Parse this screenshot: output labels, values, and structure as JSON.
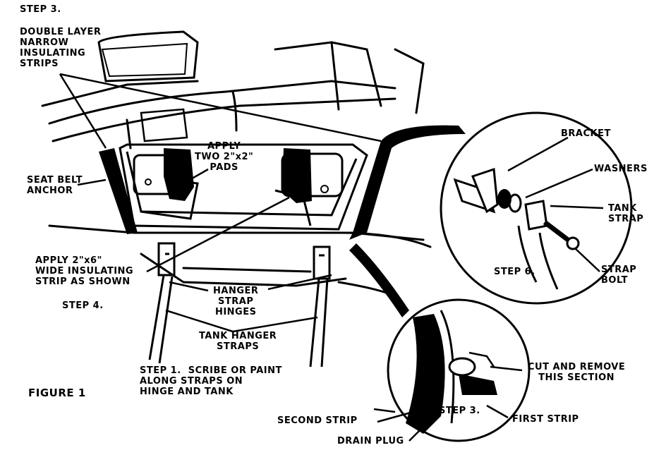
{
  "labels": {
    "step3_top": "STEP 3.",
    "double_layer": "DOUBLE LAYER\nNARROW\nINSULATING\nSTRIPS",
    "apply_pads": "APPLY\nTWO 2\"x2\"\nPADS",
    "bracket": "BRACKET",
    "washers": "WASHERS",
    "tank_strap": "TANK\nSTRAP",
    "seat_belt": "SEAT BELT\nANCHOR",
    "step6": "STEP 6.",
    "strap_bolt": "STRAP\nBOLT",
    "apply_wide": "APPLY 2\"x6\"\nWIDE INSULATING\nSTRIP AS SHOWN",
    "hanger_hinges": "HANGER\nSTRAP\nHINGES",
    "step4": "STEP 4.",
    "tank_hanger": "TANK HANGER\nSTRAPS",
    "step1": "STEP 1.  SCRIBE OR PAINT\nALONG STRAPS ON\nHINGE AND TANK",
    "figure": "FIGURE 1",
    "cut_remove": "CUT AND REMOVE\nTHIS SECTION",
    "second_strip": "SECOND STRIP",
    "step3_bottom": "STEP 3.",
    "first_strip": "FIRST STRIP",
    "drain_plug": "DRAIN PLUG"
  }
}
